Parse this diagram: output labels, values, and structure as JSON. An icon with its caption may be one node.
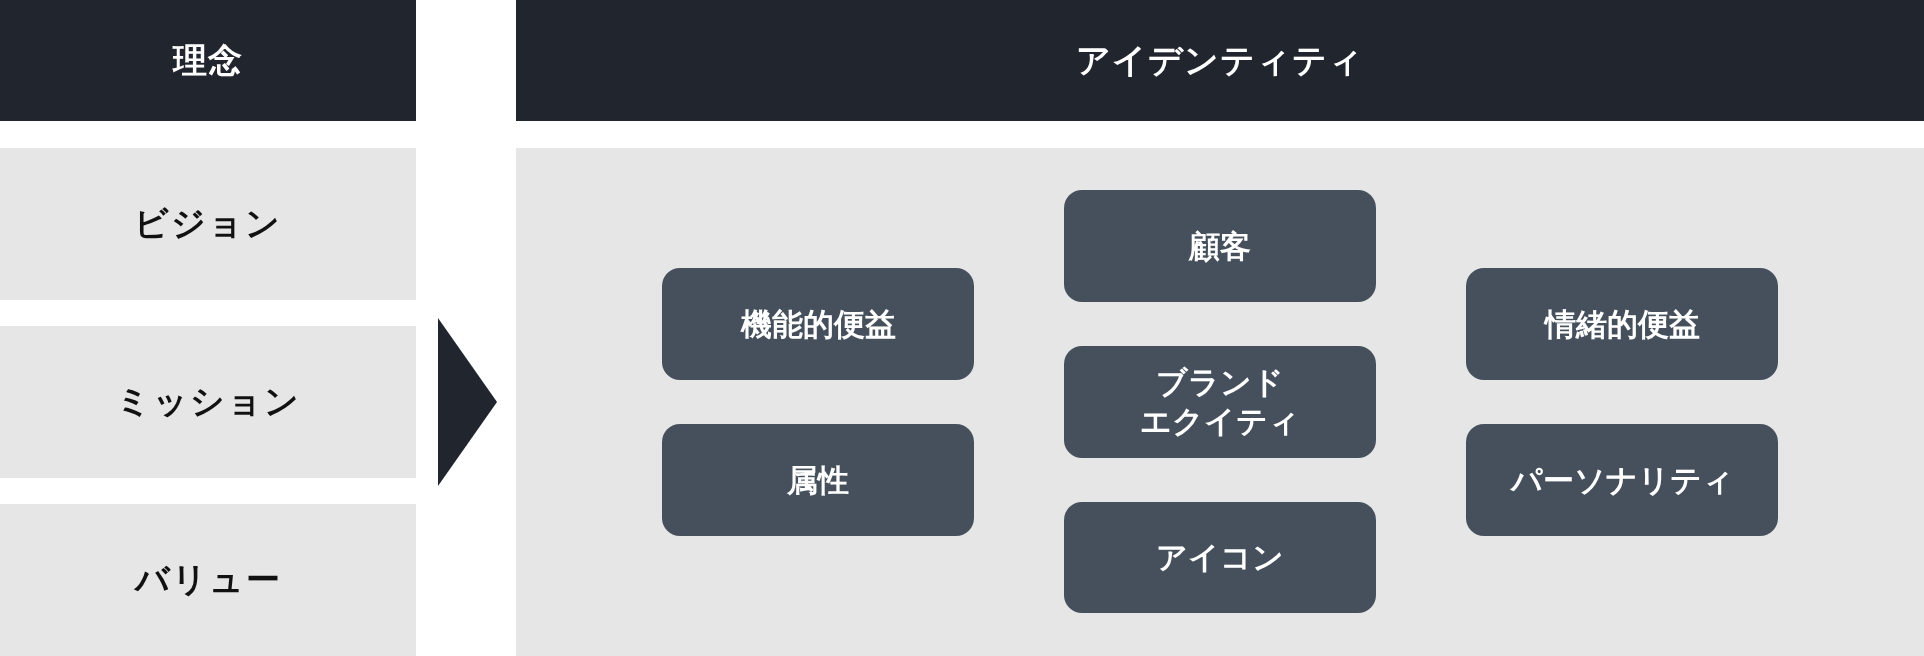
{
  "diagram": {
    "nodes": [
      {
        "text": [
          "理念"
        ]
      },
      {
        "text": [
          "アイデンティティ"
        ]
      },
      {
        "text": [
          "ビジョン"
        ]
      },
      {
        "text": [
          "ミッション"
        ]
      },
      {
        "text": [
          "バリュー"
        ]
      },
      {
        "text": [],
        "shape": "box"
      },
      {
        "text": [
          "機能的便益"
        ],
        "in": 5
      },
      {
        "text": [
          "属性"
        ],
        "in": 5
      },
      {
        "text": [
          "顧客"
        ],
        "in": 5
      },
      {
        "text": [
          "ブランドエクイティ"
        ],
        "in": 5
      },
      {
        "text": [
          "アイコン"
        ],
        "in": 5
      },
      {
        "text": [
          "情緒的便益"
        ],
        "in": 5
      },
      {
        "text": [
          "パーソナリティ"
        ],
        "in": 5
      }
    ],
    "edges": [
      {
        "from": 3,
        "to": 5,
        "arrow": "to"
      }
    ]
  }
}
